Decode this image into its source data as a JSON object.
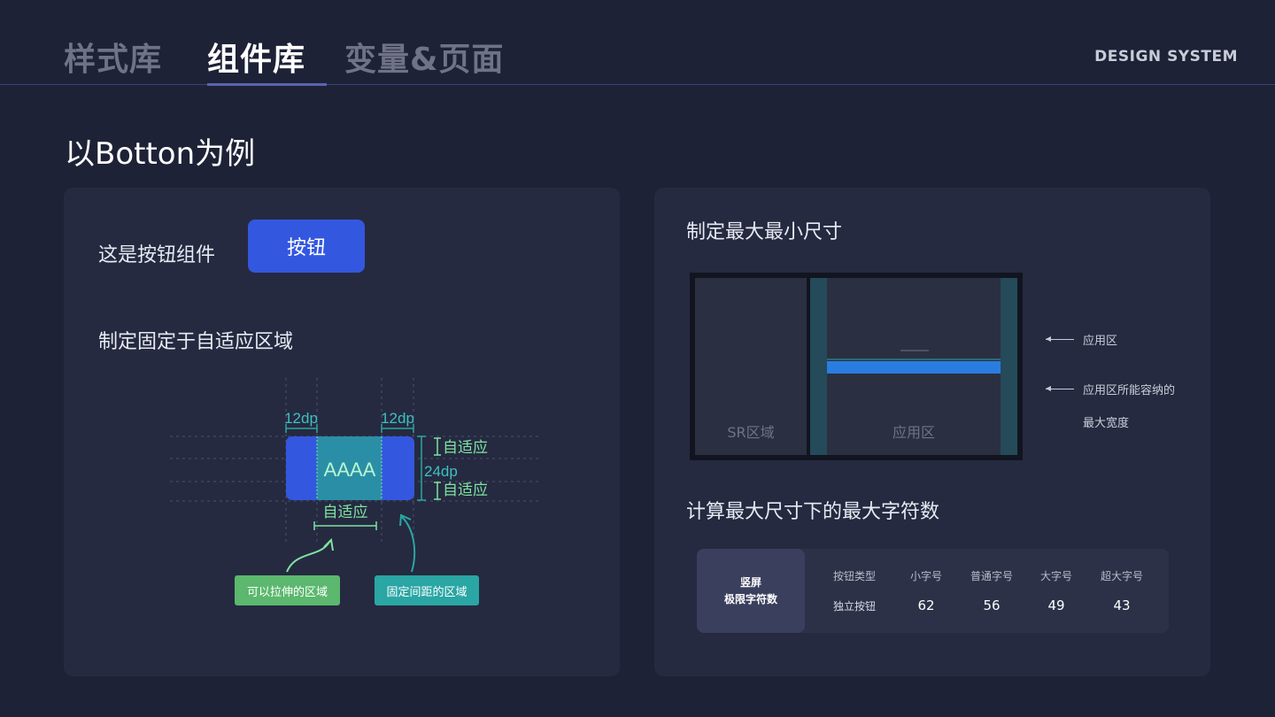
{
  "header": {
    "tabs": [
      {
        "label": "样式库",
        "active": false
      },
      {
        "label": "组件库",
        "active": true
      },
      {
        "label": "变量&页面",
        "active": false
      }
    ],
    "brand": "DESIGN SYSTEM"
  },
  "page_title": "以Botton为例",
  "left_card": {
    "intro_label": "这是按钮组件",
    "button_label": "按钮",
    "section_title": "制定固定于自适应区域",
    "diagram": {
      "padding_left": "12dp",
      "padding_right": "12dp",
      "content_text": "AAAA",
      "height_label": "24dp",
      "top_adaptive": "自适应",
      "bottom_adaptive": "自适应",
      "width_adaptive": "自适应",
      "stretch_tag": "可以拉伸的区域",
      "fixed_tag": "固定间距的区域"
    }
  },
  "right_card": {
    "section_title": "制定最大最小尺寸",
    "screen": {
      "sr_label": "SR区域",
      "app_label": "应用区"
    },
    "legend": {
      "app_area": "应用区",
      "max_width_line1": "应用区所能容纳的",
      "max_width_line2": "最大宽度"
    },
    "calc_title": "计算最大尺寸下的最大字符数",
    "table": {
      "head_line1": "竖屏",
      "head_line2": "极限字符数",
      "columns": [
        "按钮类型",
        "小字号",
        "普通字号",
        "大字号",
        "超大字号"
      ],
      "row": [
        "独立按钮",
        "62",
        "56",
        "49",
        "43"
      ]
    }
  },
  "colors": {
    "background": "#1e2236",
    "card": "#252a40",
    "button_blue": "#3457e0",
    "stretch_green": "#5bb86e",
    "fixed_teal": "#2aa6a4",
    "measure_green": "#7ee3a2"
  }
}
